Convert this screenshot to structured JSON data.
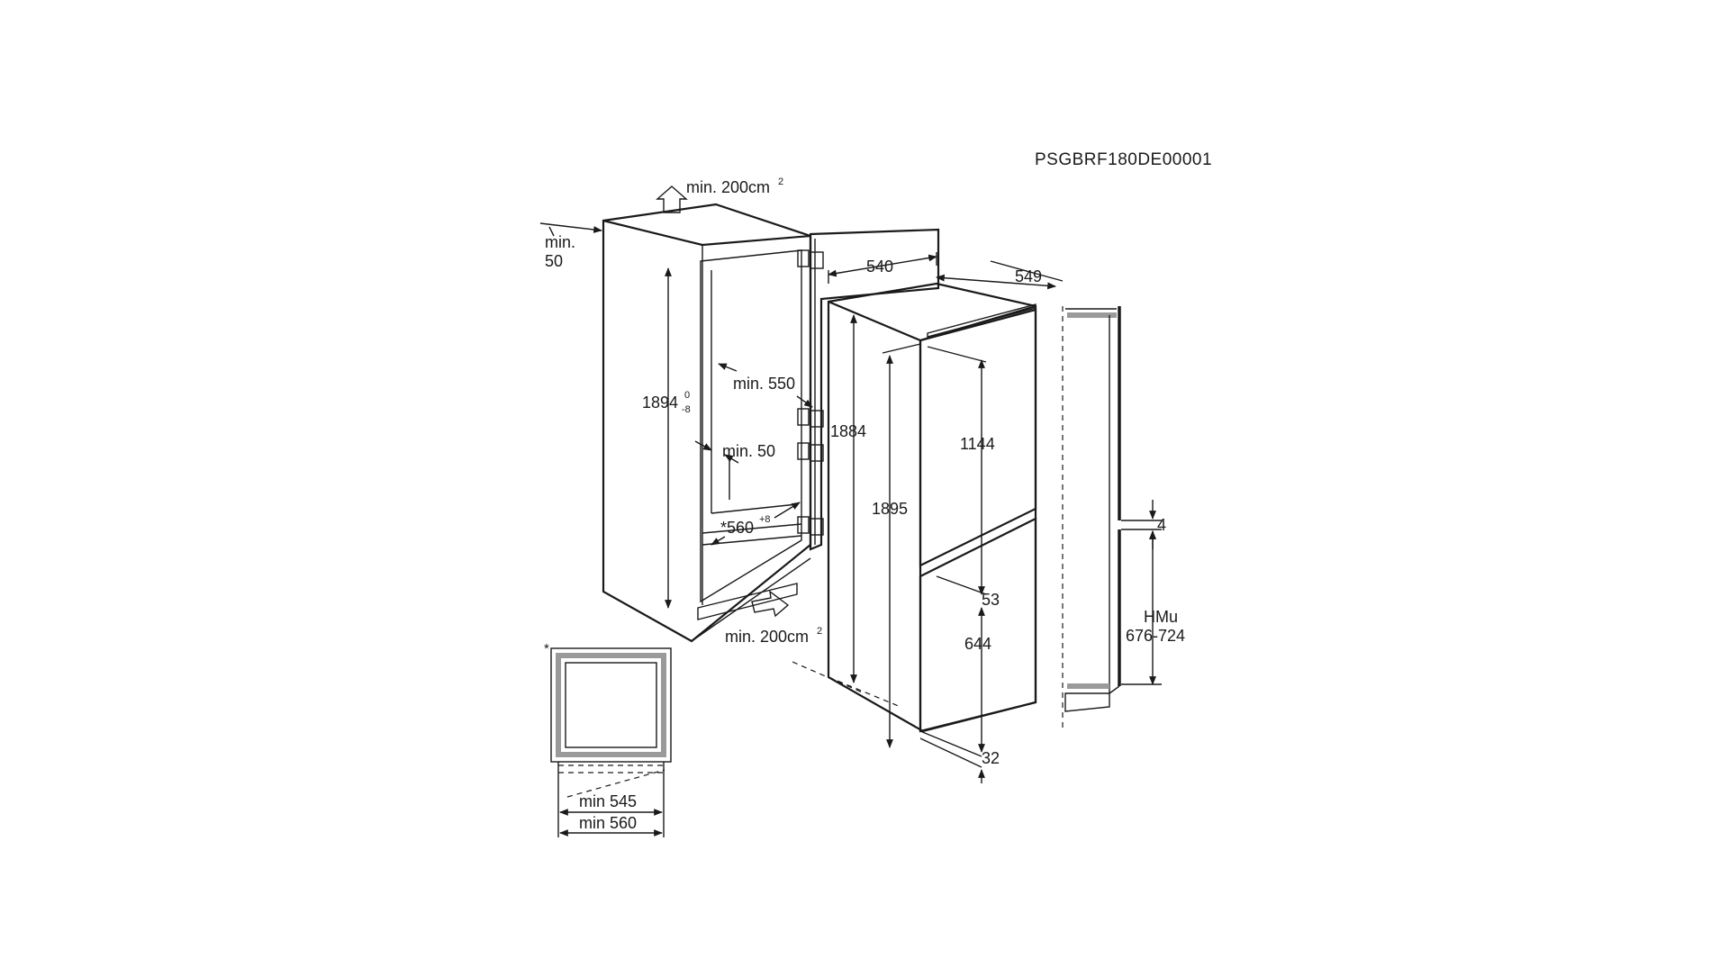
{
  "diagram": {
    "code": "PSGBRF180DE00001",
    "labels": {
      "vent_top": "min. 200cm",
      "vent_top_sup": "2",
      "vent_bottom": "min. 200cm",
      "vent_bottom_sup": "2",
      "min_50_l1": "min.",
      "min_50_l2": "50",
      "height_niche": "1894",
      "height_niche_tol_top": "0",
      "height_niche_tol_bottom": "-8",
      "min_550": "min. 550",
      "min_50": "min. 50",
      "width_niche": "*560",
      "width_niche_tol": "+8",
      "depth_540": "540",
      "depth_549": "549",
      "height_1884": "1884",
      "height_1895": "1895",
      "height_1144": "1144",
      "gap_53": "53",
      "height_644": "644",
      "gap_32": "32",
      "gap_4": "4",
      "hmu_l1": "HMu",
      "hmu_l2": "676-724",
      "asterisk": "*",
      "min_545": "min 545",
      "min_560": "min 560"
    }
  }
}
